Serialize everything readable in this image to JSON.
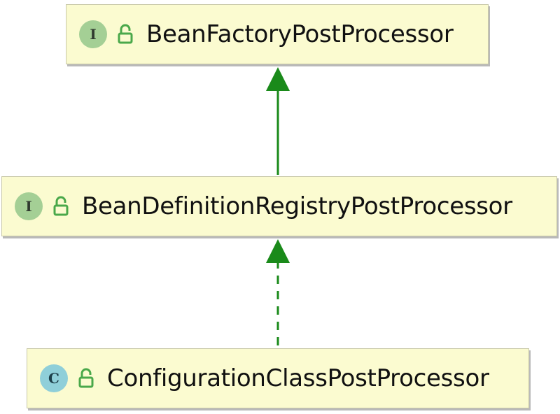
{
  "diagram": {
    "nodes": [
      {
        "id": "bfpp",
        "kind": "interface",
        "kind_letter": "I",
        "label": "BeanFactoryPostProcessor",
        "access": "public"
      },
      {
        "id": "bdrpp",
        "kind": "interface",
        "kind_letter": "I",
        "label": "BeanDefinitionRegistryPostProcessor",
        "access": "public"
      },
      {
        "id": "ccpp",
        "kind": "class",
        "kind_letter": "C",
        "label": "ConfigurationClassPostProcessor",
        "access": "public"
      }
    ],
    "edges": [
      {
        "from": "bdrpp",
        "to": "bfpp",
        "relation": "extends",
        "style": "solid"
      },
      {
        "from": "ccpp",
        "to": "bdrpp",
        "relation": "implements",
        "style": "dashed"
      }
    ],
    "colors": {
      "edge": "#1a8a1a",
      "node_fill": "#fbfbd0",
      "interface_badge": "#a4cf95",
      "class_badge": "#8fcfd9",
      "lock_icon": "#4aa84a"
    }
  }
}
